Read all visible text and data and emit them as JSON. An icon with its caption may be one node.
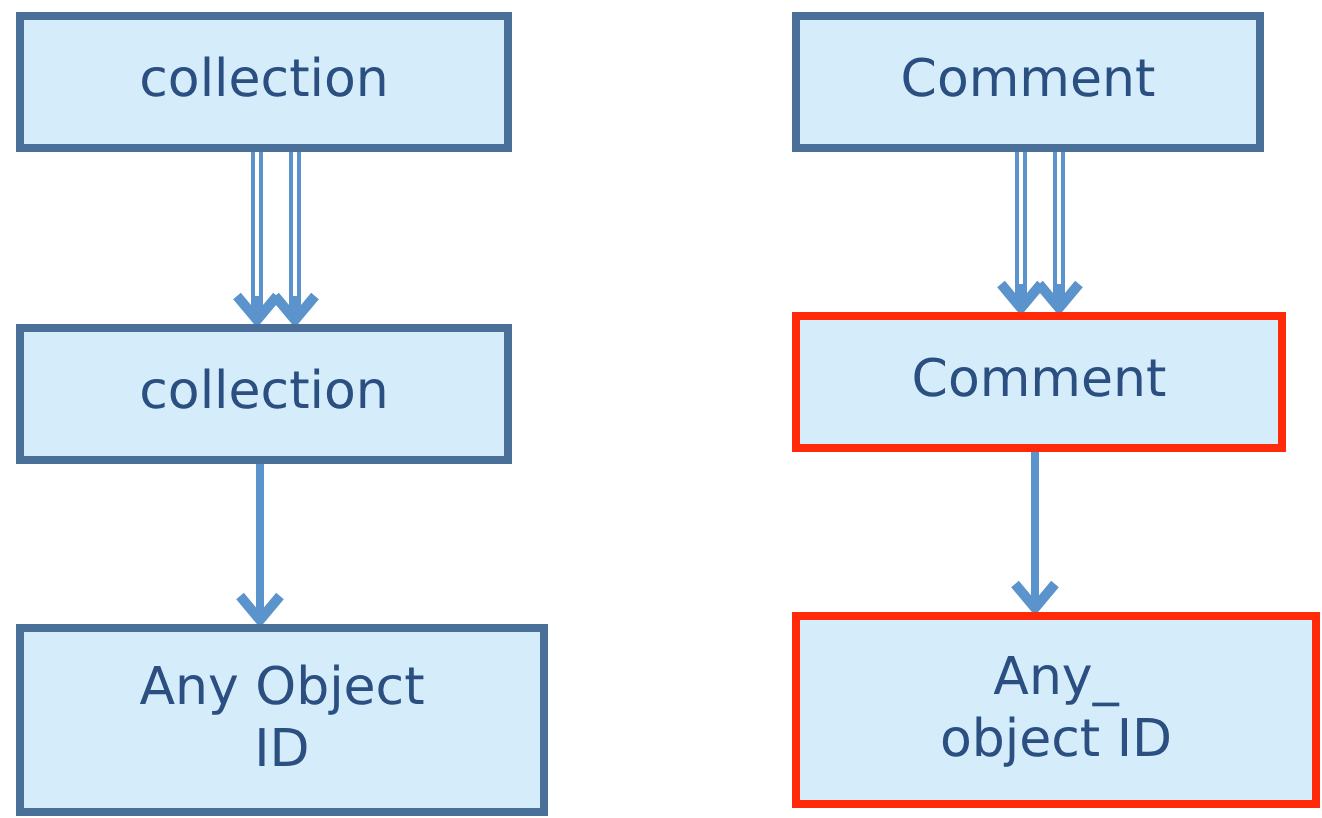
{
  "diagram": {
    "nodes": [
      {
        "text": [
          "collection"
        ]
      },
      {
        "text": [
          "collection"
        ]
      },
      {
        "text": [
          "Any Object ID"
        ]
      },
      {
        "text": [
          "Comment"
        ]
      },
      {
        "text": [
          "Comment"
        ]
      },
      {
        "text": [
          "Any_ object ID"
        ]
      }
    ],
    "edges": [
      {
        "from": 0,
        "to": 1,
        "arrow": "to"
      },
      {
        "from": 0,
        "to": 1,
        "arrow": "to"
      },
      {
        "from": 1,
        "to": 2,
        "arrow": "to"
      },
      {
        "from": 3,
        "to": 4,
        "arrow": "to"
      },
      {
        "from": 3,
        "to": 4,
        "arrow": "to"
      },
      {
        "from": 4,
        "to": 5,
        "arrow": "to"
      }
    ]
  }
}
